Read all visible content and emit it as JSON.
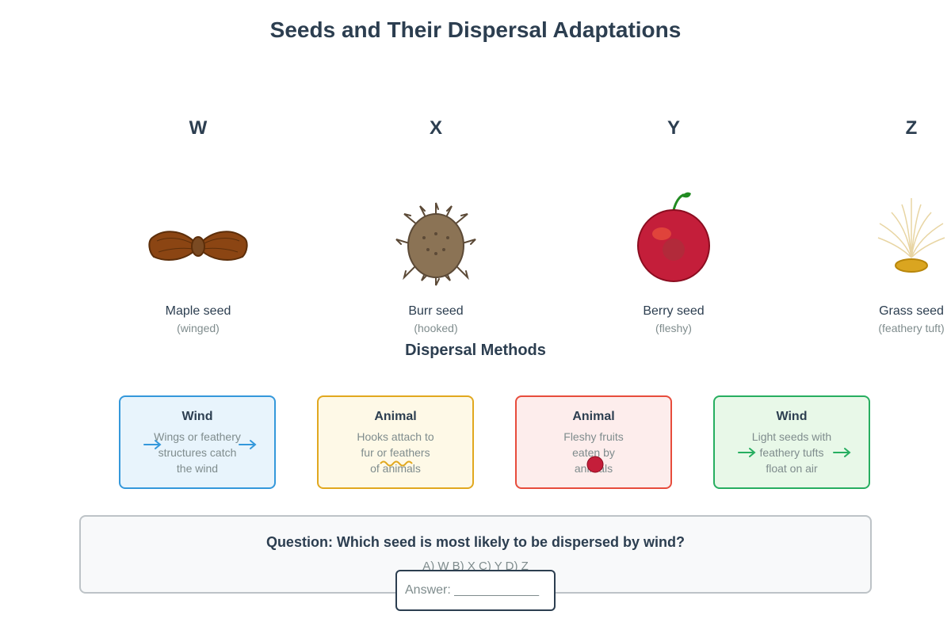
{
  "title": "Seeds and Their Dispersal Adaptations",
  "seeds": [
    {
      "letter": "W",
      "name": "Maple seed",
      "desc": "(winged)",
      "icon": "maple-seed-icon",
      "color": "#8b4513"
    },
    {
      "letter": "X",
      "name": "Burr seed",
      "desc": "(hooked)",
      "icon": "burr-seed-icon",
      "color": "#8b7355"
    },
    {
      "letter": "Y",
      "name": "Berry seed",
      "desc": "(fleshy)",
      "icon": "berry-seed-icon",
      "color": "#c41e3a"
    },
    {
      "letter": "Z",
      "name": "Grass seed",
      "desc": "(feathery tuft)",
      "icon": "grass-seed-icon",
      "color": "#daa520"
    }
  ],
  "methods_title": "Dispersal Methods",
  "methods": [
    {
      "title": "Wind",
      "lines": [
        "Wings or feathery",
        "structures catch",
        "the wind"
      ],
      "border": "#3498db",
      "bg": "#e8f4fc",
      "icon": "wind-arrows-icon"
    },
    {
      "title": "Animal",
      "lines": [
        "Hooks attach to",
        "fur or feathers",
        "of animals"
      ],
      "border": "#e1a81f",
      "bg": "#fef9e7",
      "icon": "fur-squiggle-icon"
    },
    {
      "title": "Animal",
      "lines": [
        "Fleshy fruits",
        "eaten by",
        "animals"
      ],
      "border": "#e74c3c",
      "bg": "#fdedec",
      "icon": "berry-dot-icon"
    },
    {
      "title": "Wind",
      "lines": [
        "Light seeds with",
        "feathery tufts",
        "float on air"
      ],
      "border": "#27ae60",
      "bg": "#e8f8e8",
      "icon": "wind-arrows-icon"
    }
  ],
  "question": {
    "text": "Question: Which seed is most likely to be dispersed by wind?",
    "options": "A) W B) X C) Y D) Z",
    "answer_label": "Answer: ____________"
  }
}
